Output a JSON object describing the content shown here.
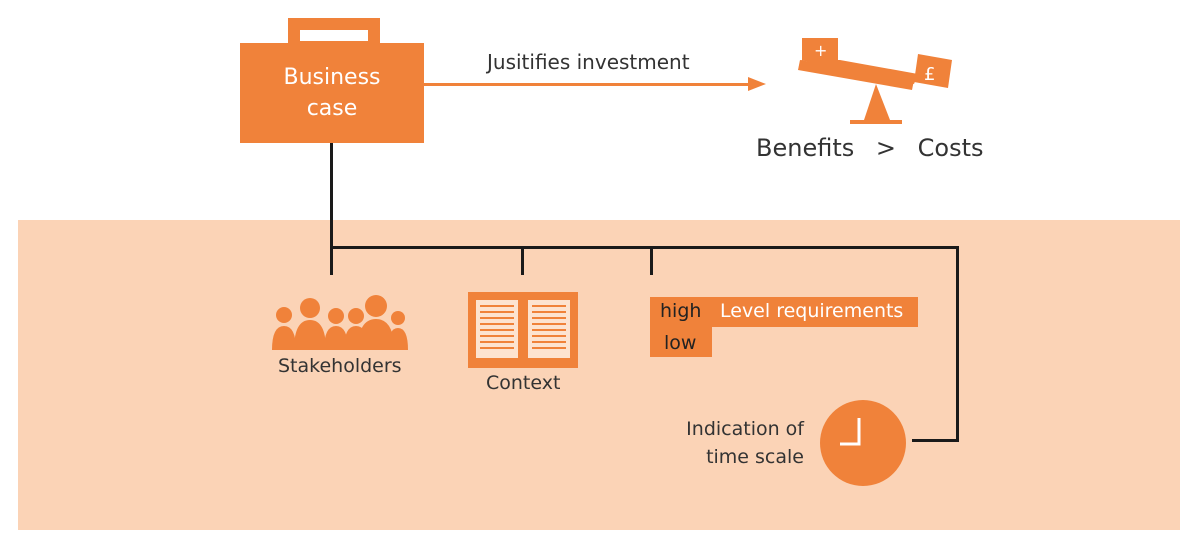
{
  "business_case": {
    "label_line1": "Business",
    "label_line2": "case"
  },
  "arrow_label": "Jusitifies investment",
  "scale": {
    "plus": "+",
    "pound": "£"
  },
  "benefits_costs": {
    "benefits": "Benefits",
    "gt": ">",
    "costs": "Costs"
  },
  "stakeholders": {
    "label": "Stakeholders"
  },
  "context": {
    "label": "Context"
  },
  "requirements": {
    "high": "high",
    "low": "low",
    "label": "Level requirements"
  },
  "timescale": {
    "line1": "Indication of",
    "line2": "time scale"
  },
  "colors": {
    "accent": "#f0823a",
    "panel": "#fbd3b6",
    "connector": "#1a1a1a"
  }
}
